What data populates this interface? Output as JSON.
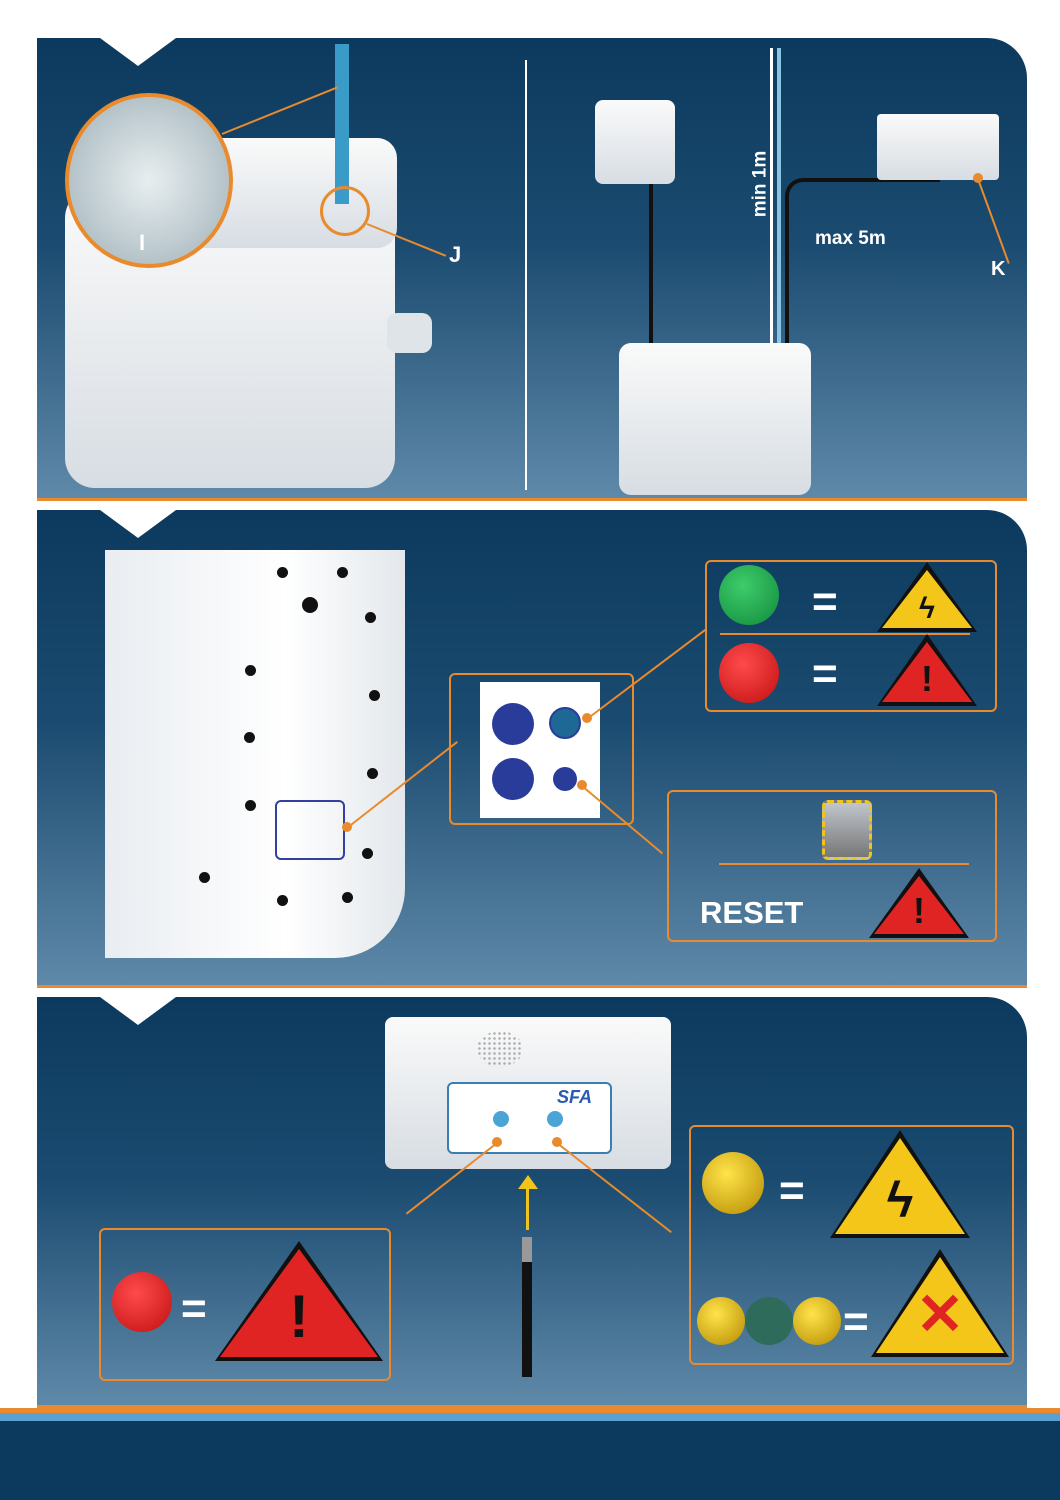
{
  "panel1": {
    "label_i": "I",
    "label_j": "J",
    "label_k": "K",
    "min_height": "min 1m",
    "max_length": "max 5m"
  },
  "panel2": {
    "equals": "=",
    "reset": "RESET"
  },
  "panel3": {
    "equals": "=",
    "brand": "SFA"
  },
  "colors": {
    "accent": "#e98a2c",
    "navy": "#0c3a5e",
    "green": "#1f9a45",
    "red": "#e02424",
    "yellow": "#f0c419"
  }
}
